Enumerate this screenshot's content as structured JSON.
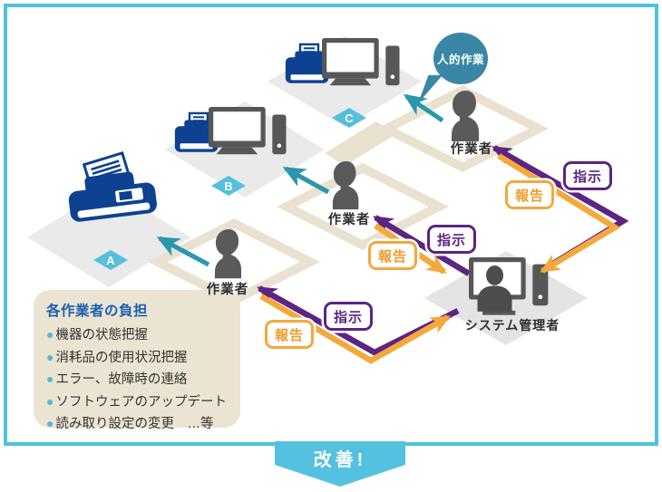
{
  "labels": {
    "worker": "作業者",
    "admin": "システム管理者",
    "bubble": "人的作業",
    "instruction": "指示",
    "report": "報告",
    "banner": "改善!"
  },
  "devices": {
    "a": "A",
    "b": "B",
    "c": "C"
  },
  "burden_box": {
    "title": "各作業者の負担",
    "bullet": "●",
    "items": [
      "機器の状態把握",
      "消耗品の使用状況把握",
      "エラー、故障時の連絡",
      "ソフトウェアのアップデート",
      "読み取り設定の変更　…等"
    ]
  },
  "colors": {
    "frame_border": "#4ec1e0",
    "teal_arrow": "#2b96ad",
    "instruction_purple": "#5c2483",
    "report_orange": "#f5a83c",
    "device_blue": "#0d4191",
    "path_beige": "#e9e2d1",
    "banner_blue": "#55c1e0"
  }
}
